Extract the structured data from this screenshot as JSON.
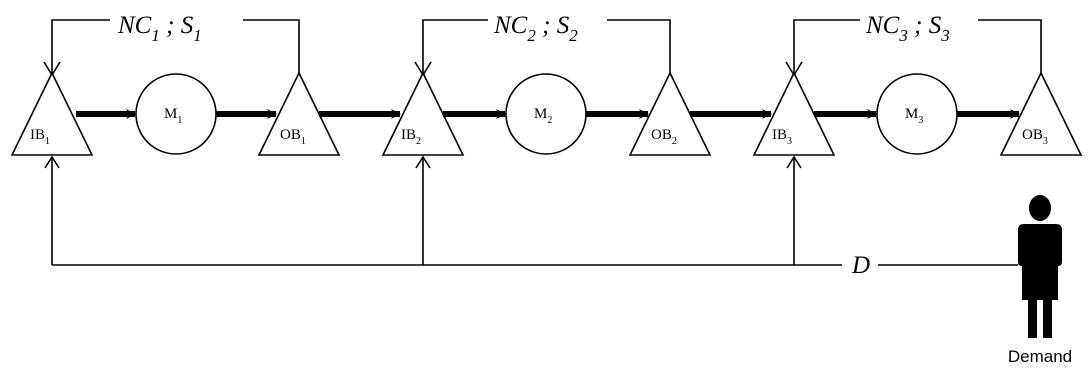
{
  "stages": [
    {
      "ib": {
        "main": "IB",
        "sub": "1"
      },
      "machine": {
        "main": "M",
        "sub": "1"
      },
      "ob": {
        "main": "OB",
        "sub": "1"
      },
      "loop": {
        "nc": "NC",
        "nc_sub": "1",
        "sep": " ; ",
        "s": "S",
        "s_sub": "1"
      }
    },
    {
      "ib": {
        "main": "IB",
        "sub": "2"
      },
      "machine": {
        "main": "M",
        "sub": "2"
      },
      "ob": {
        "main": "OB",
        "sub": "2"
      },
      "loop": {
        "nc": "NC",
        "nc_sub": "2",
        "sep": " ; ",
        "s": "S",
        "s_sub": "2"
      }
    },
    {
      "ib": {
        "main": "IB",
        "sub": "3"
      },
      "machine": {
        "main": "M",
        "sub": "3"
      },
      "ob": {
        "main": "OB",
        "sub": "3"
      },
      "loop": {
        "nc": "NC",
        "nc_sub": "3",
        "sep": " ; ",
        "s": "S",
        "s_sub": "3"
      }
    }
  ],
  "demand_line_label": "D",
  "demand_caption": "Demand",
  "colors": {
    "stroke": "#000000",
    "background": "#ffffff"
  },
  "icons": {
    "customer": "person-icon"
  }
}
